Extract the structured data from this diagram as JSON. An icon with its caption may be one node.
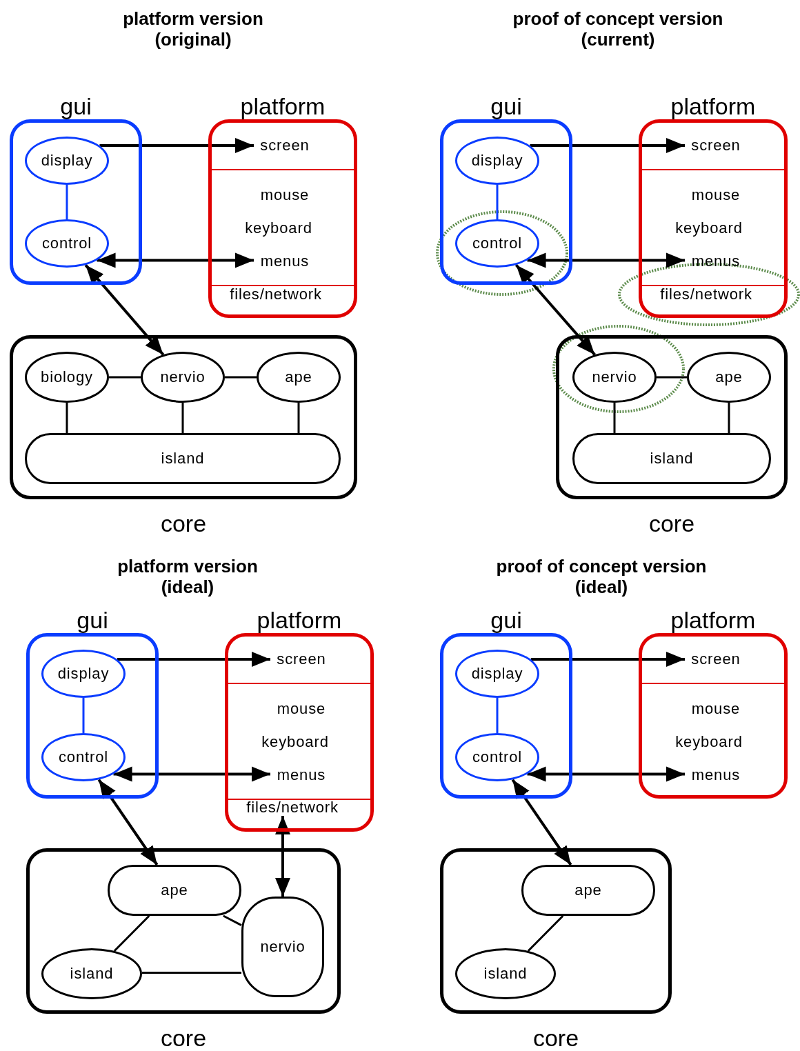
{
  "diagram": {
    "nodes": [
      {
        "text": [
          "gui"
        ]
      },
      {
        "text": [
          "display"
        ],
        "in": 0
      },
      {
        "text": [
          "control"
        ],
        "in": 0
      },
      {
        "text": [
          "platform"
        ]
      },
      {
        "text": [
          "screen"
        ],
        "in": 3
      },
      {
        "text": [
          "mouse"
        ],
        "in": 3
      },
      {
        "text": [
          "keyboard"
        ],
        "in": 3
      },
      {
        "text": [
          "menus"
        ],
        "in": 3
      },
      {
        "text": [
          "files/network"
        ],
        "in": 3
      },
      {
        "text": [
          "core"
        ]
      },
      {
        "text": [
          "biology"
        ],
        "in": 9
      },
      {
        "text": [
          "nervio"
        ],
        "in": 9
      },
      {
        "text": [
          "ape"
        ],
        "in": 9
      },
      {
        "text": [
          "island"
        ],
        "in": 9
      },
      {
        "text": [
          "gui"
        ]
      },
      {
        "text": [
          "display"
        ],
        "in": 14
      },
      {
        "text": [
          "control"
        ],
        "in": 14
      },
      {
        "text": [
          "platform"
        ]
      },
      {
        "text": [
          "screen"
        ],
        "in": 17
      },
      {
        "text": [
          "mouse"
        ],
        "in": 17
      },
      {
        "text": [
          "keyboard"
        ],
        "in": 17
      },
      {
        "text": [
          "menus"
        ],
        "in": 17
      },
      {
        "text": [
          "files/network"
        ],
        "in": 17
      },
      {
        "text": [
          "core"
        ]
      },
      {
        "text": [
          "nervio"
        ],
        "in": 23
      },
      {
        "text": [
          "ape"
        ],
        "in": 23
      },
      {
        "text": [
          "island"
        ],
        "in": 23
      },
      {
        "text": [
          "gui"
        ]
      },
      {
        "text": [
          "display"
        ],
        "in": 27
      },
      {
        "text": [
          "control"
        ],
        "in": 27
      },
      {
        "text": [
          "platform"
        ]
      },
      {
        "text": [
          "screen"
        ],
        "in": 30
      },
      {
        "text": [
          "mouse"
        ],
        "in": 30
      },
      {
        "text": [
          "keyboard"
        ],
        "in": 30
      },
      {
        "text": [
          "menus"
        ],
        "in": 30
      },
      {
        "text": [
          "files/network"
        ],
        "in": 30
      },
      {
        "text": [
          "core"
        ]
      },
      {
        "text": [
          "ape"
        ],
        "in": 36
      },
      {
        "text": [
          "nervio"
        ],
        "in": 36
      },
      {
        "text": [
          "island"
        ],
        "in": 36
      },
      {
        "text": [
          "gui"
        ]
      },
      {
        "text": [
          "display"
        ],
        "in": 40
      },
      {
        "text": [
          "control"
        ],
        "in": 40
      },
      {
        "text": [
          "platform"
        ]
      },
      {
        "text": [
          "screen"
        ],
        "in": 43
      },
      {
        "text": [
          "mouse"
        ],
        "in": 43
      },
      {
        "text": [
          "keyboard"
        ],
        "in": 43
      },
      {
        "text": [
          "menus"
        ],
        "in": 43
      },
      {
        "text": [
          "core"
        ]
      },
      {
        "text": [
          "ape"
        ],
        "in": 48
      },
      {
        "text": [
          "island"
        ],
        "in": 48
      }
    ],
    "edges": [
      {
        "from": 1,
        "to": 4,
        "arrow": "to"
      },
      {
        "from": 1,
        "to": 2,
        "arrow": "none",
        "color": "#0a3cff"
      },
      {
        "from": 2,
        "to": 7,
        "arrow": "both"
      },
      {
        "from": 2,
        "to": 11,
        "arrow": "both"
      },
      {
        "from": 10,
        "to": 11,
        "arrow": "none"
      },
      {
        "from": 11,
        "to": 12,
        "arrow": "none"
      },
      {
        "from": 10,
        "to": 13,
        "arrow": "none"
      },
      {
        "from": 11,
        "to": 13,
        "arrow": "none"
      },
      {
        "from": 12,
        "to": 13,
        "arrow": "none"
      },
      {
        "from": 15,
        "to": 18,
        "arrow": "to"
      },
      {
        "from": 15,
        "to": 16,
        "arrow": "none",
        "color": "#0a3cff"
      },
      {
        "from": 16,
        "to": 21,
        "arrow": "both"
      },
      {
        "from": 16,
        "to": 24,
        "arrow": "both"
      },
      {
        "from": 24,
        "to": 25,
        "arrow": "none"
      },
      {
        "from": 24,
        "to": 26,
        "arrow": "none"
      },
      {
        "from": 25,
        "to": 26,
        "arrow": "none"
      },
      {
        "from": 28,
        "to": 31,
        "arrow": "to"
      },
      {
        "from": 28,
        "to": 29,
        "arrow": "none",
        "color": "#0a3cff"
      },
      {
        "from": 29,
        "to": 34,
        "arrow": "both"
      },
      {
        "from": 29,
        "to": 37,
        "arrow": "both"
      },
      {
        "from": 35,
        "to": 38,
        "arrow": "both"
      },
      {
        "from": 37,
        "to": 39,
        "arrow": "none"
      },
      {
        "from": 37,
        "to": 38,
        "arrow": "none"
      },
      {
        "from": 39,
        "to": 38,
        "arrow": "none"
      },
      {
        "from": 41,
        "to": 44,
        "arrow": "to"
      },
      {
        "from": 41,
        "to": 42,
        "arrow": "none",
        "color": "#0a3cff"
      },
      {
        "from": 42,
        "to": 47,
        "arrow": "both"
      },
      {
        "from": 42,
        "to": 49,
        "arrow": "both"
      },
      {
        "from": 49,
        "to": 50,
        "arrow": "none"
      }
    ],
    "labels": [
      "platform version (original)",
      "proof of concept version (current)",
      "platform version (ideal)",
      "proof of concept version (ideal)"
    ]
  }
}
